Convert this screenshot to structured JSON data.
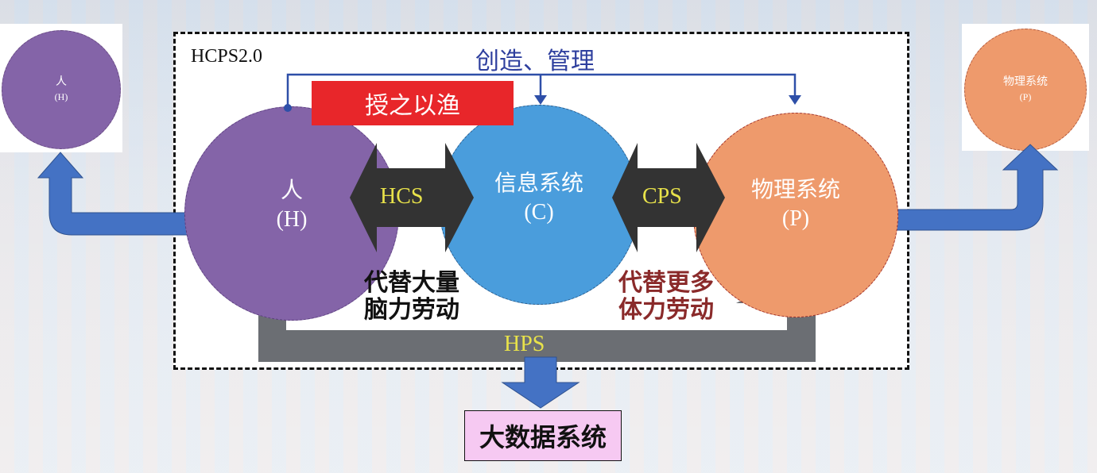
{
  "frame": {
    "label": "HCPS2.0"
  },
  "top_arrow": {
    "label": "创造、管理"
  },
  "red_banner": {
    "label": "授之以渔"
  },
  "human": {
    "name": "人",
    "abbr": "(H)"
  },
  "cyber": {
    "name": "信息系统",
    "abbr": "(C)"
  },
  "physical": {
    "name": "物理系统",
    "abbr": "(P)"
  },
  "left_circle": {
    "name": "人",
    "abbr": "(H)"
  },
  "right_circle": {
    "name": "物理系统",
    "abbr": "(P)"
  },
  "hcs": {
    "label": "HCS"
  },
  "cps": {
    "label": "CPS"
  },
  "hps": {
    "label": "HPS"
  },
  "note_left": {
    "line1": "代替大量",
    "line2": "脑力劳动"
  },
  "note_right": {
    "line1": "代替更多",
    "line2": "体力劳动"
  },
  "bigdata": {
    "label": "大数据系统"
  },
  "colors": {
    "human": "#8464a8",
    "cyber": "#4a9ddc",
    "physical": "#ee9a6c",
    "dark_arrow": "#333333",
    "gray_arrow": "#6b6e73",
    "blue_arrow": "#4472c4",
    "red_banner": "#e8262a",
    "bigdata_fill": "#f6c9f2"
  }
}
